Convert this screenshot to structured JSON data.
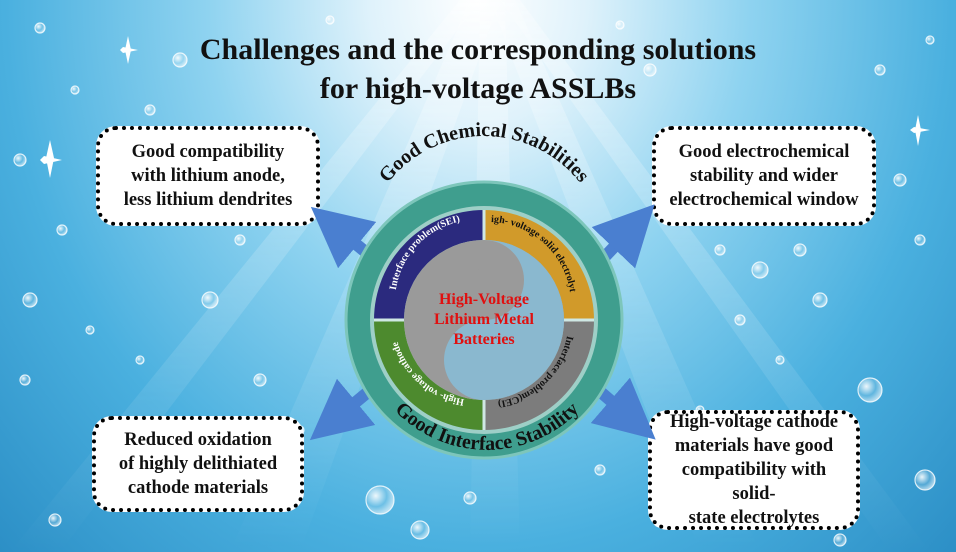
{
  "title": {
    "line1": "Challenges and  the corresponding solutions",
    "line2": "for high-voltage ASSLBs"
  },
  "boxes": {
    "top_left": "Good compatibility\nwith lithium anode,\nless lithium dendrites",
    "top_right": "Good electrochemical\nstability and wider\nelectrochemical window",
    "bottom_left": "Reduced oxidation\nof highly delithiated\ncathode materials",
    "bottom_right": "High-voltage cathode\nmaterials have good\ncompatibility with solid-\nstate electrolytes"
  },
  "ring": {
    "outer_top": "Good Chemical Stabilities",
    "outer_bottom": "Good Interface Stability",
    "segments": {
      "sei": "Interface problem(SEI)",
      "electrolyte": "High- voltage solid electrolyte",
      "cei": "Interface problem(CEI)",
      "cathode": "High- voltage cathode"
    }
  },
  "center": {
    "line1": "High-Voltage",
    "line2": "Lithium Metal",
    "line3": "Batteries"
  },
  "colors": {
    "outer_ring": "#3f9e8e",
    "sei": "#2b2a7e",
    "electrolyte": "#d19a2a",
    "cei": "#7c7c7c",
    "cathode": "#4d8a2e",
    "center_text": "#e01010",
    "arrow": "#4a7fd0"
  }
}
